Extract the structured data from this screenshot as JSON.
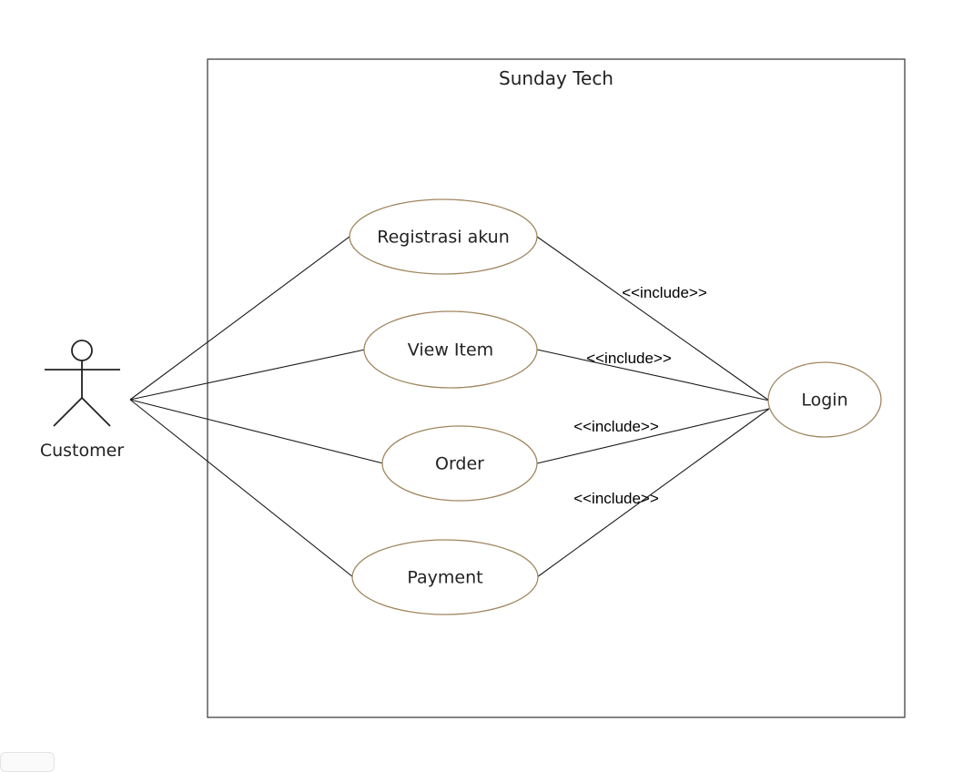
{
  "system": {
    "title": "Sunday Tech"
  },
  "actor": {
    "name": "Customer",
    "icon": "stick-figure-actor-icon"
  },
  "use_cases": [
    {
      "id": "registrasi",
      "label": "Registrasi akun"
    },
    {
      "id": "view",
      "label": "View Item"
    },
    {
      "id": "order",
      "label": "Order"
    },
    {
      "id": "payment",
      "label": "Payment"
    },
    {
      "id": "login",
      "label": "Login"
    }
  ],
  "relations": {
    "include_labels": [
      "<<include>>",
      "<<include>>",
      "<<include>>",
      "<<include>>"
    ]
  },
  "colors": {
    "use_case_border": "#a08760",
    "line": "#1a1a1a"
  }
}
